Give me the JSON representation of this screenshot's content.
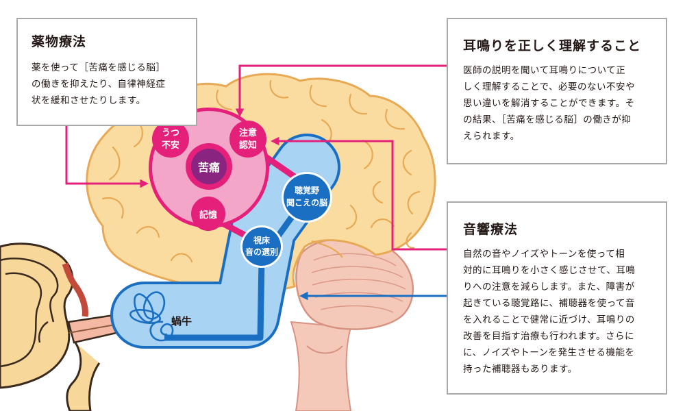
{
  "boxes": {
    "drug": {
      "title": "薬物療法",
      "lines": [
        "薬を使って［苦痛を感じる脳］",
        "の働きを抑えたり、自律神経症",
        "状を緩和させたりします。"
      ]
    },
    "understand": {
      "title": "耳鳴りを正しく理解すること",
      "lines": [
        "医師の説明を聞いて耳鳴りについて正",
        "しく理解することで、必要のない不安や",
        "思い違いを解消することができます。そ",
        "の結果、［苦痛を感じる脳］の働きが抑",
        "えられます。"
      ]
    },
    "sound": {
      "title": "音響療法",
      "lines": [
        "自然の音やノイズやトーンを使って相",
        "対的に耳鳴りを小さく感じさせて、耳鳴",
        "りへの注意を減らします。また、障害が",
        "起きている聴覚路に、補聴器を使って音",
        "を入れることで健常に近づけ、耳鳴りの",
        "改善を目指す治療も行われます。さらに",
        "に、ノイズやトーンを発生させる機能を",
        "持った補聴器もあります。"
      ]
    }
  },
  "nodes": {
    "anxiety": [
      "うつ",
      "不安"
    ],
    "attention": [
      "注意",
      "認知"
    ],
    "pain": "苦痛",
    "memory": "記憶",
    "auditory": [
      "聴覚野",
      "聞こえの脳"
    ],
    "thalamus": [
      "視床",
      "音の選別"
    ],
    "cochlea": "蝸牛"
  },
  "colors": {
    "magenta": "#e4207a",
    "pink_ring": "#f4a6c8",
    "pink_inner": "#f07ab0",
    "purple": "#8a2481",
    "blue": "#1a6fc2",
    "light_blue": "#a9d3f2",
    "brain": "#fbdca0",
    "brain_line": "#e7a955",
    "border": "#a9a9a9"
  }
}
